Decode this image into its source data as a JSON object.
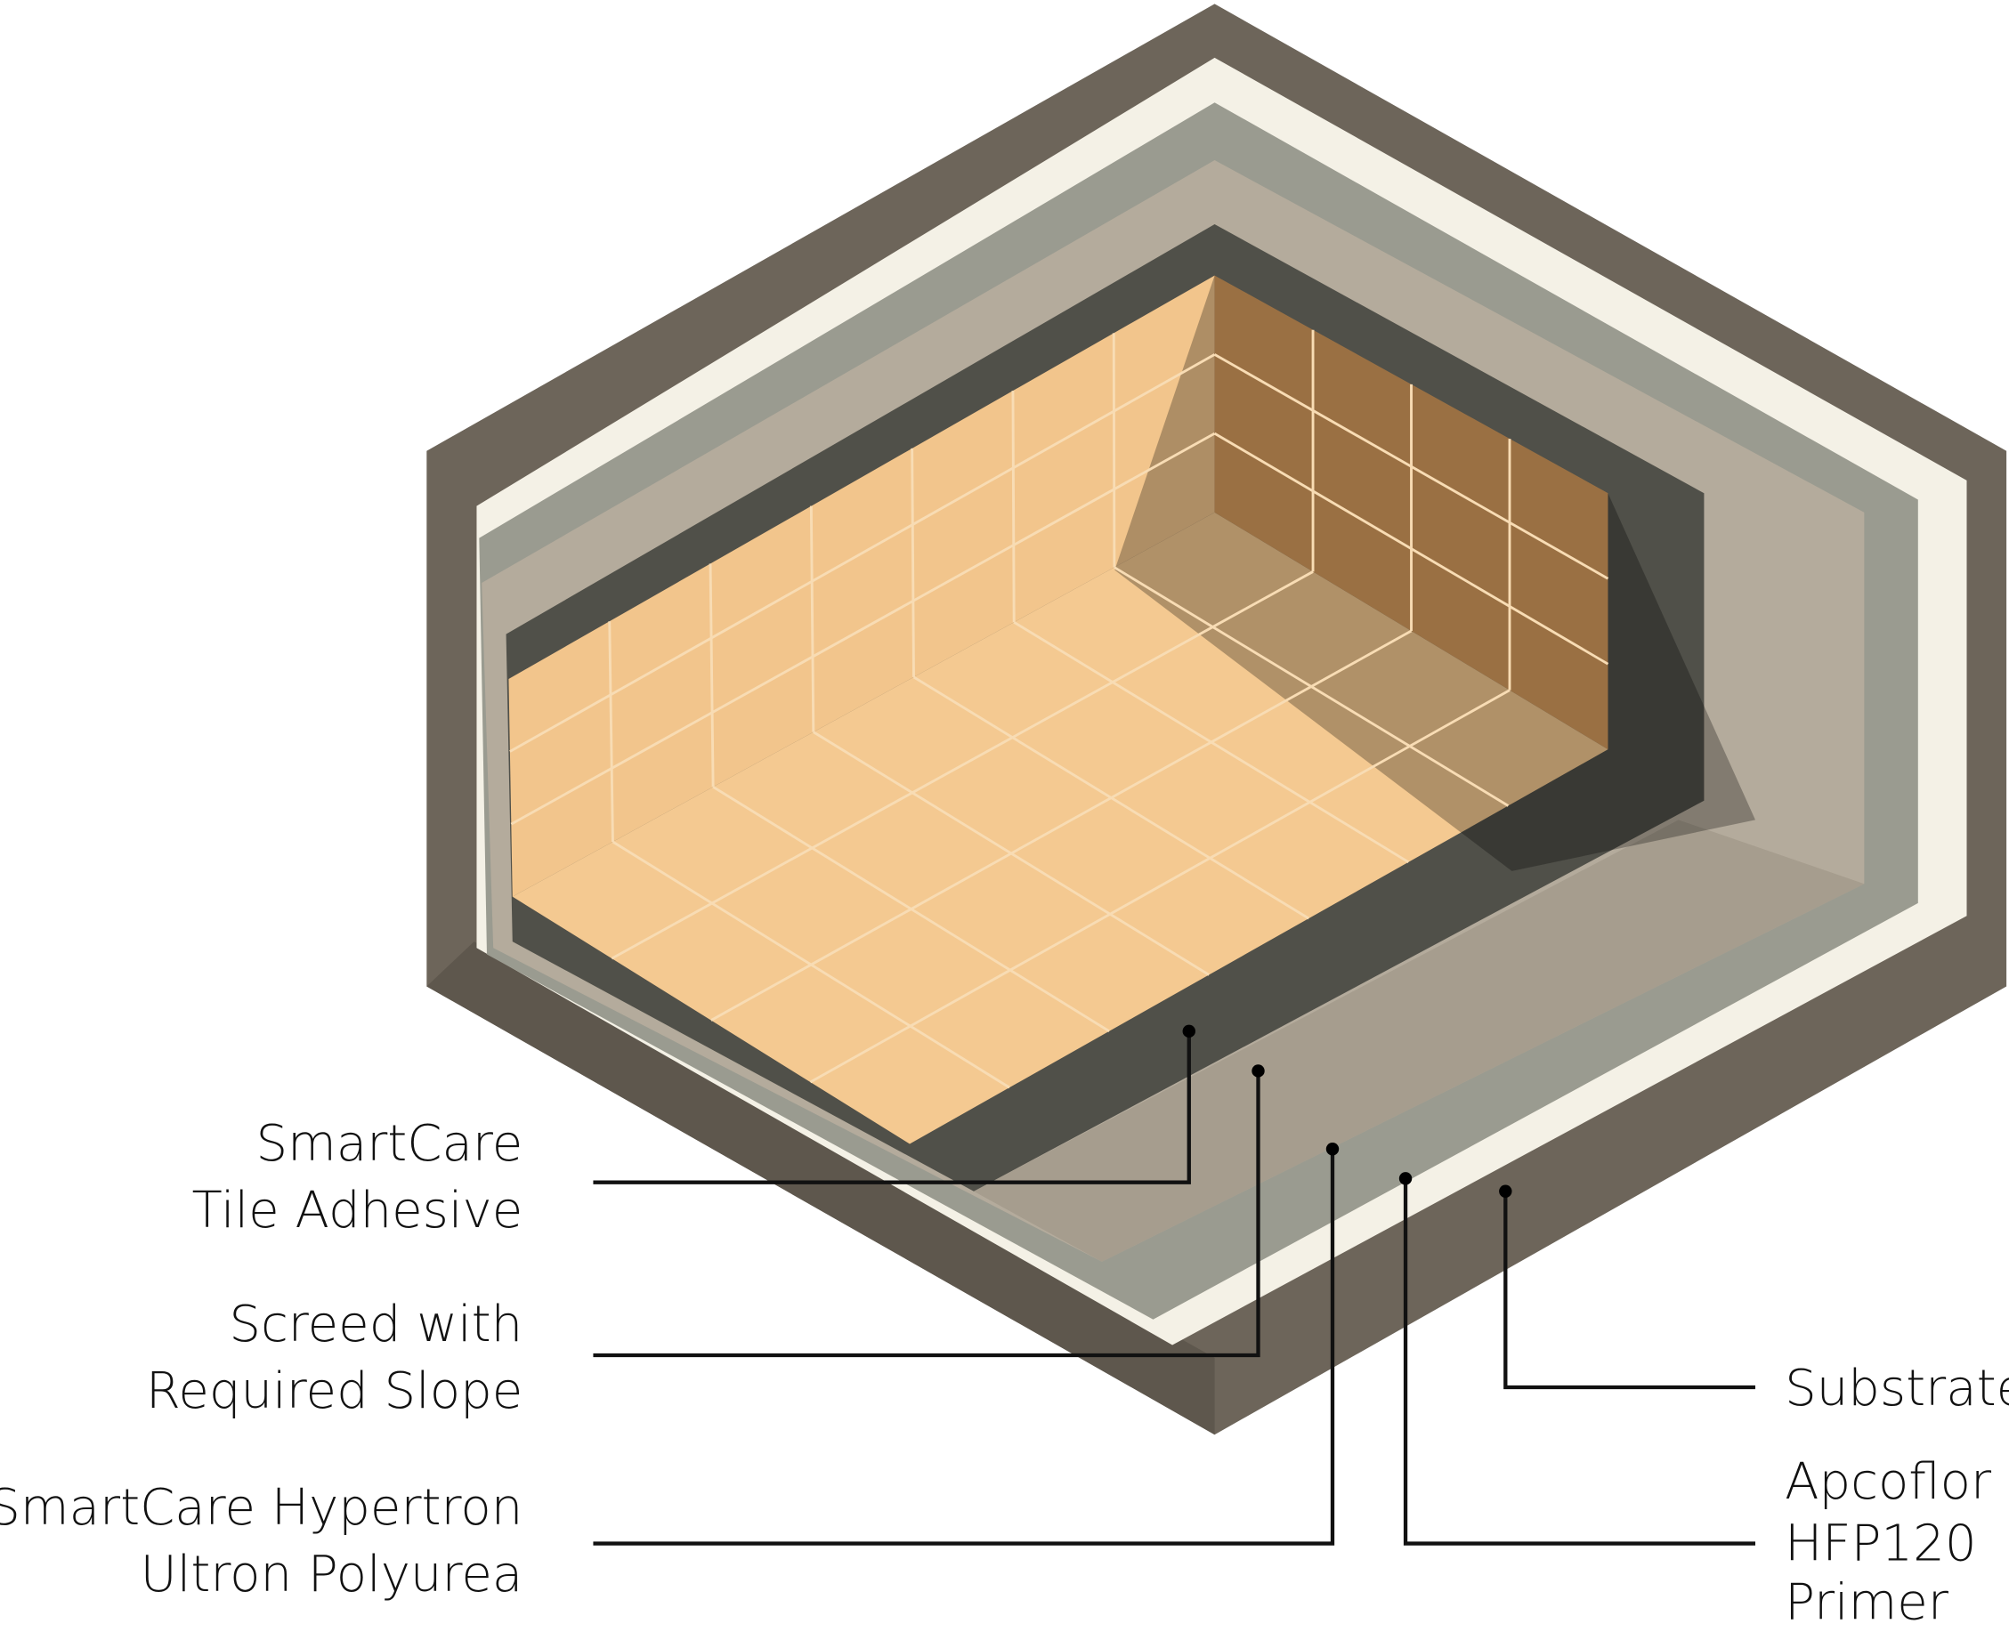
{
  "labels": {
    "tile_adhesive": [
      "SmartCare",
      "Tile Adhesive"
    ],
    "screed": [
      "Screed with",
      "Required Slope"
    ],
    "polyurea": [
      "SmartCare Hypertron",
      "Ultron Polyurea"
    ],
    "substrate": [
      "Substrate"
    ],
    "primer": [
      "Apcoflor",
      "HFP120",
      "Primer"
    ]
  },
  "colors": {
    "substrate": "#6d655a",
    "primer": "#f4f1e6",
    "polyurea": "#9a9b90",
    "screed": "#b4ab9c",
    "tile_adhesive": "#505049",
    "tile": "#f4c991",
    "grout": "#f8dcb4"
  }
}
